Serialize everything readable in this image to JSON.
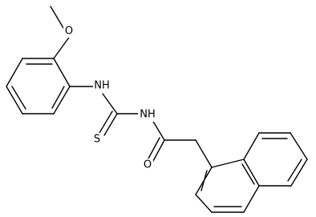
{
  "atom_labels": {
    "methoxy_oxygen": "O",
    "amine_nh": "NH",
    "imide_nh": "NH",
    "thione_sulfur": "S",
    "carbonyl_oxygen": "O"
  }
}
